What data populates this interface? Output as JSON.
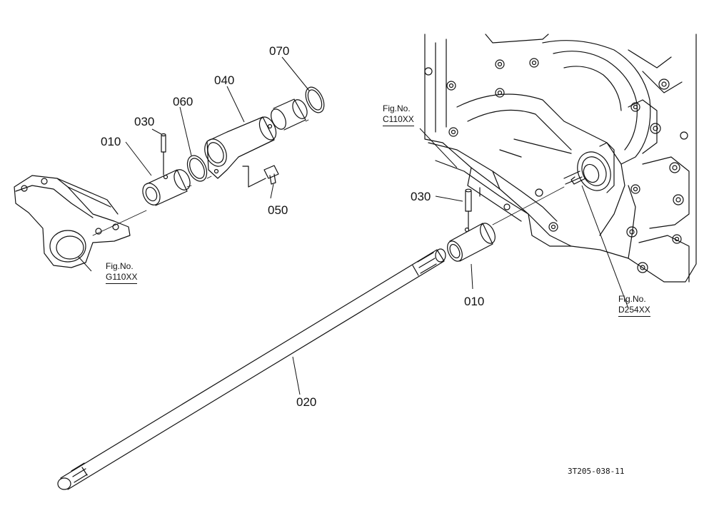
{
  "diagram": {
    "part_labels": {
      "p070": "070",
      "p040": "040",
      "p060": "060",
      "p030_left": "030",
      "p010_left": "010",
      "p050": "050",
      "p030_right": "030",
      "p010_right": "010",
      "p020": "020"
    },
    "figure_refs": {
      "c110": {
        "prefix": "Fig.No.",
        "code": "C110XX"
      },
      "g110": {
        "prefix": "Fig.No.",
        "code": "G110XX"
      },
      "d254": {
        "prefix": "Fig.No.",
        "code": "D254XX"
      }
    },
    "drawing_id": "3T205-038-11",
    "line_color": "#111111"
  }
}
